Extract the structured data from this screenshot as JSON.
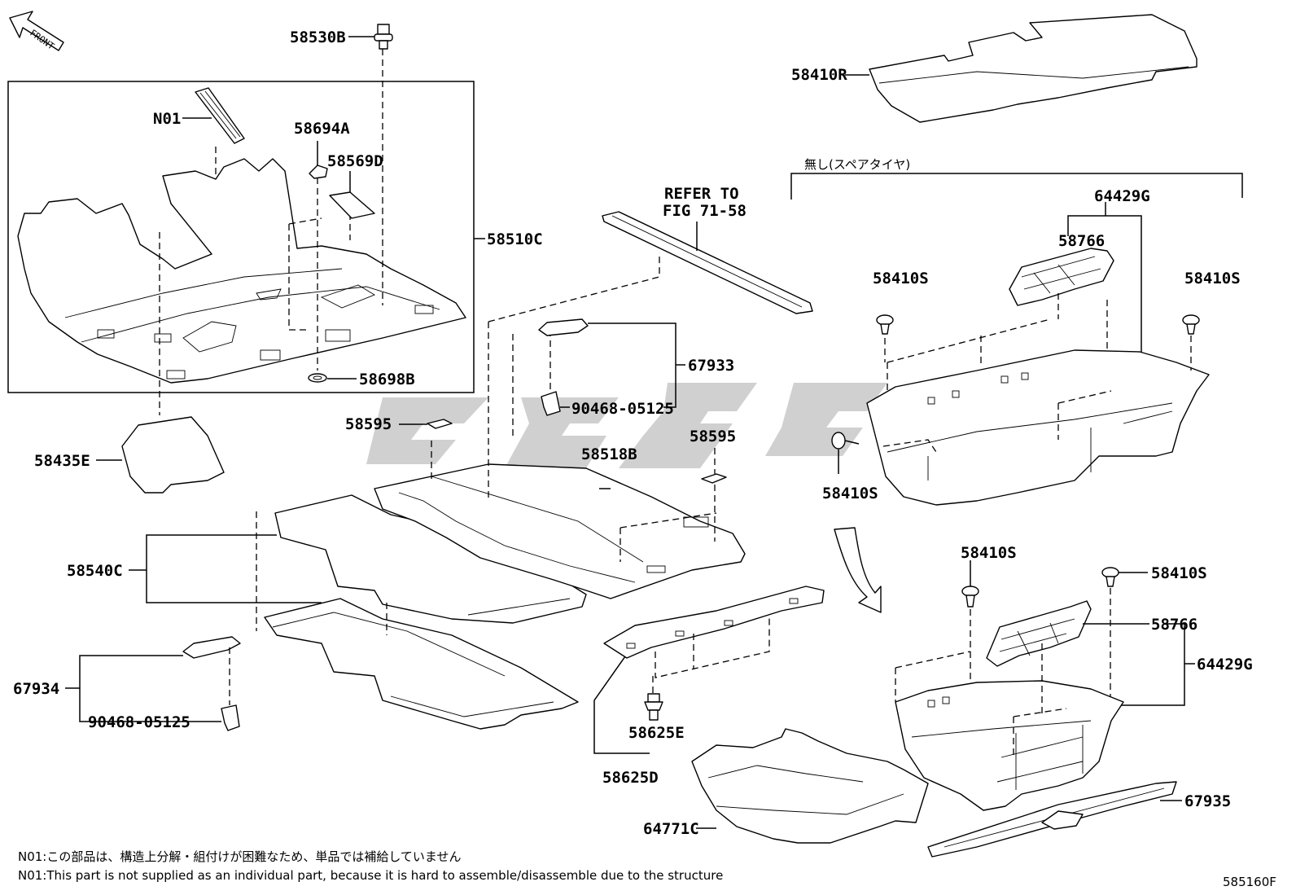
{
  "diagram": {
    "front_arrow": "FRONT",
    "labels": {
      "p58530B": "58530B",
      "n01": "N01",
      "p58694A": "58694A",
      "p58569D": "58569D",
      "p58510C": "58510C",
      "p58698B": "58698B",
      "p58435E": "58435E",
      "p58540C": "58540C",
      "p67934": "67934",
      "p90468_left": "90468-05125",
      "p58595_left": "58595",
      "p67933": "67933",
      "p90468_mid": "90468-05125",
      "p58518B": "58518B",
      "p58595_right": "58595",
      "refer_line1": "REFER TO",
      "refer_line2": "FIG 71-58",
      "p58625E": "58625E",
      "p58625D": "58625D",
      "p64771C": "64771C",
      "p58410R": "58410R",
      "no_spare": "無し(スペアタイヤ)",
      "p64429G_top": "64429G",
      "p58766_top": "58766",
      "p58410S_a": "58410S",
      "p58410S_b": "58410S",
      "p58410S_c": "58410S",
      "p58410S_d": "58410S",
      "p58410S_e": "58410S",
      "p58766_bottom": "58766",
      "p64429G_bottom": "64429G",
      "p67935": "67935"
    },
    "notes": {
      "jp": "N01:この部品は、構造上分解・組付けが困難なため、単品では補給していません",
      "en": "N01:This part is not supplied as an individual part, because it is hard to assemble/disassemble due to the structure"
    },
    "figure_id": "585160F"
  }
}
